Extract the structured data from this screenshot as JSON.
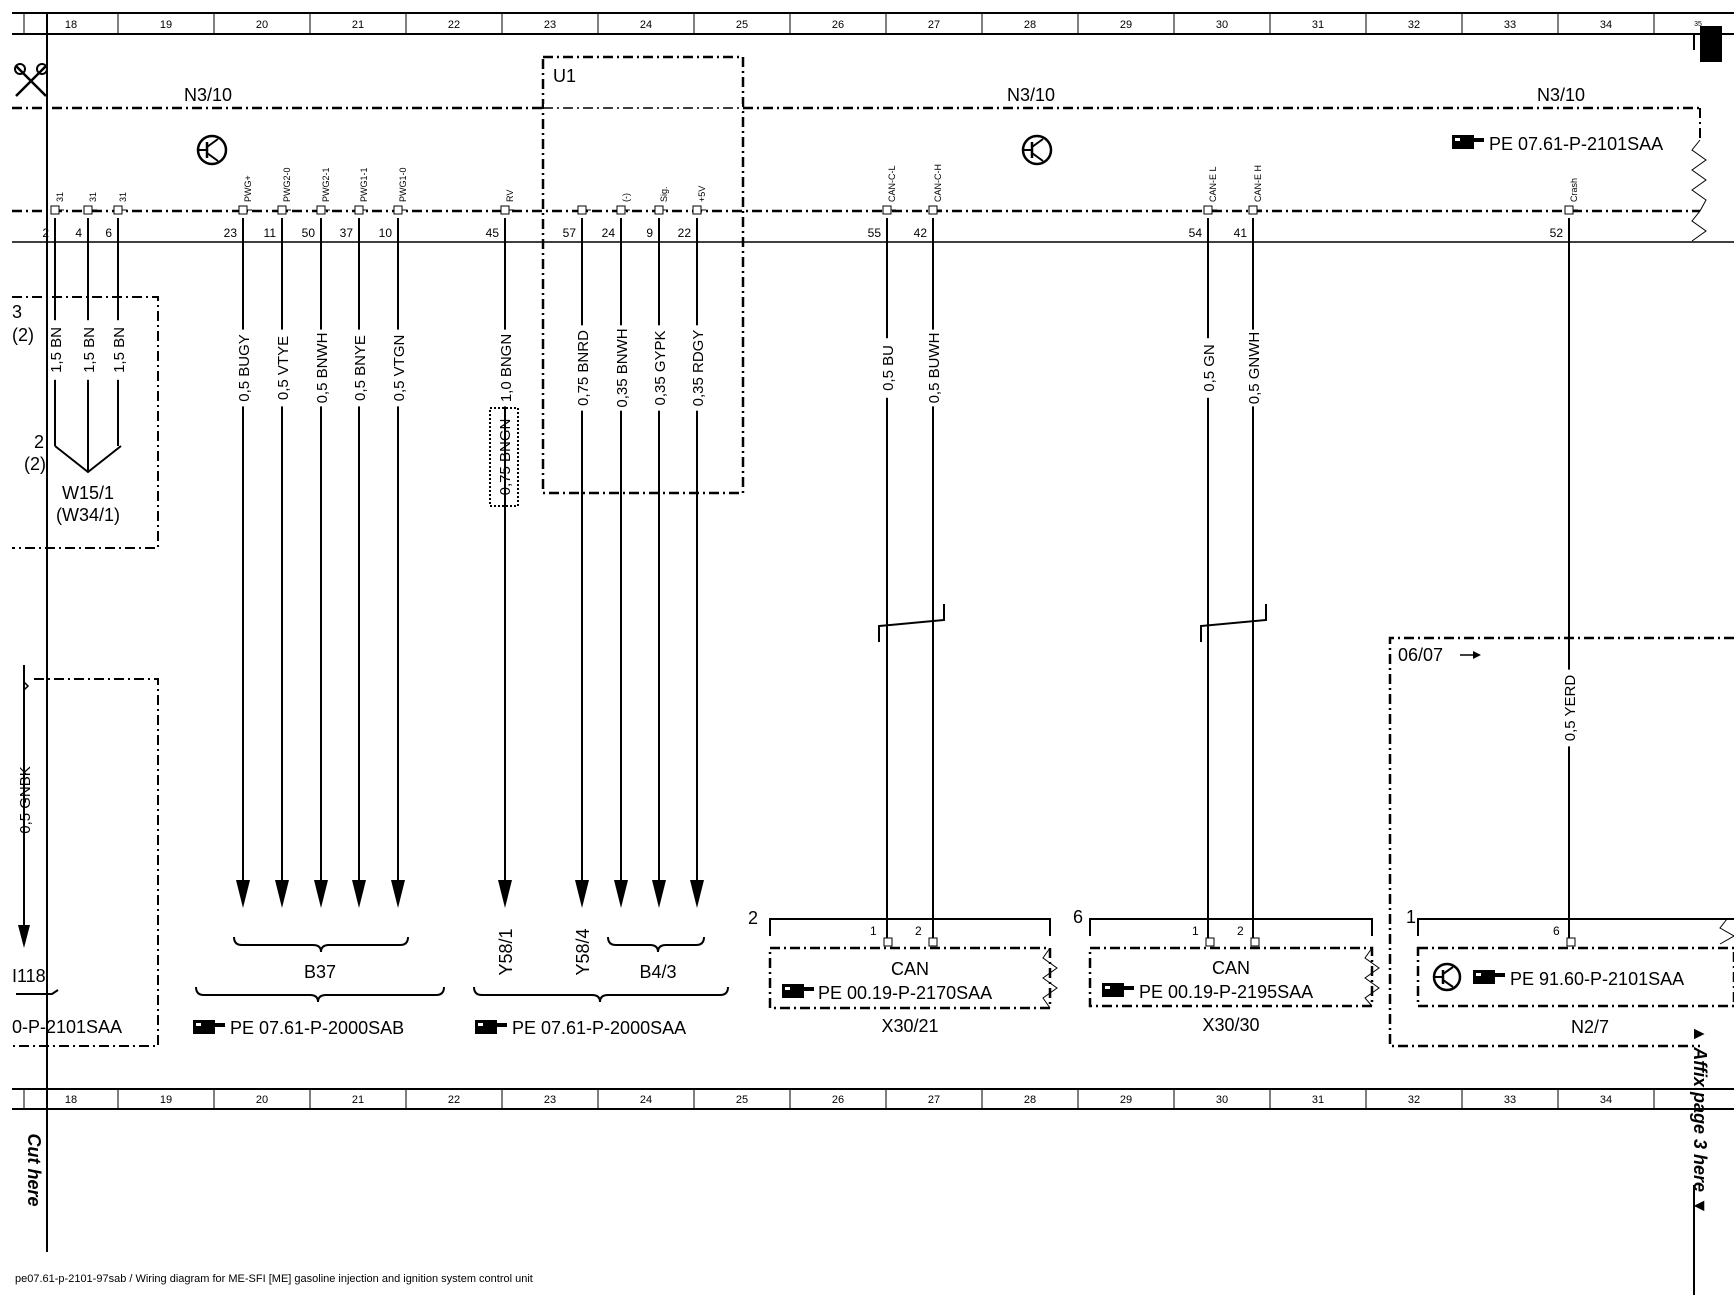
{
  "columns": [
    "18",
    "19",
    "20",
    "21",
    "22",
    "23",
    "24",
    "25",
    "26",
    "27",
    "28",
    "29",
    "30",
    "31",
    "32",
    "33",
    "34",
    "35"
  ],
  "modules": {
    "n3_10_a": "N3/10",
    "n3_10_b": "N3/10",
    "n3_10_c": "N3/10",
    "u1": "U1",
    "n3_10_ref": "PE 07.61-P-2101SAA"
  },
  "connectors": [
    {
      "pin": "2",
      "sig": "31",
      "wire": "1,5 BN"
    },
    {
      "pin": "4",
      "sig": "31",
      "wire": "1,5 BN"
    },
    {
      "pin": "6",
      "sig": "31",
      "wire": "1,5 BN"
    },
    {
      "pin": "23",
      "sig": "PWG+",
      "wire": "0,5 BUGY"
    },
    {
      "pin": "11",
      "sig": "PWG2-0",
      "wire": "0,5 VTYE"
    },
    {
      "pin": "50",
      "sig": "PWG2-1",
      "wire": "0,5 BNWH"
    },
    {
      "pin": "37",
      "sig": "PWG1-1",
      "wire": "0,5 BNYE"
    },
    {
      "pin": "10",
      "sig": "PWG1-0",
      "wire": "0,5 VTGN"
    },
    {
      "pin": "45",
      "sig": "RV",
      "wire": "1,0 BNGN"
    },
    {
      "pin": "57",
      "sig": "",
      "wire": "0,75 BNRD"
    },
    {
      "pin": "24",
      "sig": "(-)",
      "wire": "0,35 BNWH"
    },
    {
      "pin": "9",
      "sig": "Sig.",
      "wire": "0,35 GYPK"
    },
    {
      "pin": "22",
      "sig": "+5V",
      "wire": "0,35 RDGY"
    },
    {
      "pin": "55",
      "sig": "CAN-C-L",
      "wire": "0,5 BU"
    },
    {
      "pin": "42",
      "sig": "CAN-C-H",
      "wire": "0,5 BUWH"
    },
    {
      "pin": "54",
      "sig": "CAN-E L",
      "wire": "0,5 GN"
    },
    {
      "pin": "41",
      "sig": "CAN-E H",
      "wire": "0,5 GNWH"
    },
    {
      "pin": "52",
      "sig": "Crash",
      "wire": "0,5 YERD"
    }
  ],
  "extra_wires": {
    "bngn_alt": "0,75 BNGN",
    "gnbk": "0,5 GNBK"
  },
  "left_block": {
    "line1": "3",
    "line2": "(2)",
    "num2": "2",
    "num2b": "(2)",
    "w1": "W15/1",
    "w2": "(W34/1)"
  },
  "left_lower": {
    "label": "I118",
    "ref": "0-P-2101SAA"
  },
  "bottom": {
    "b37": "B37",
    "y58_1": "Y58/1",
    "y58_4": "Y58/4",
    "b4_3": "B4/3",
    "ref_b37": "PE 07.61-P-2000SAB",
    "ref_b4": "PE 07.61-P-2000SAA"
  },
  "x30_21": {
    "num": "2",
    "pin1": "1",
    "pin2": "2",
    "can": "CAN",
    "ref": "PE 00.19-P-2170SAA",
    "label": "X30/21"
  },
  "x30_30": {
    "num": "6",
    "pin1": "1",
    "pin2": "2",
    "can": "CAN",
    "ref": "PE 00.19-P-2195SAA",
    "label": "X30/30"
  },
  "n2_7": {
    "num": "1",
    "pin": "6",
    "date": "06/07",
    "ref": "PE 91.60-P-2101SAA",
    "label": "N2/7"
  },
  "side": {
    "cut": "Cut here",
    "affix": "▲ Affix page 3 here ▼"
  },
  "footer": "pe07.61-p-2101-97sab / Wiring diagram for ME-SFI [ME] gasoline injection and ignition system control unit"
}
